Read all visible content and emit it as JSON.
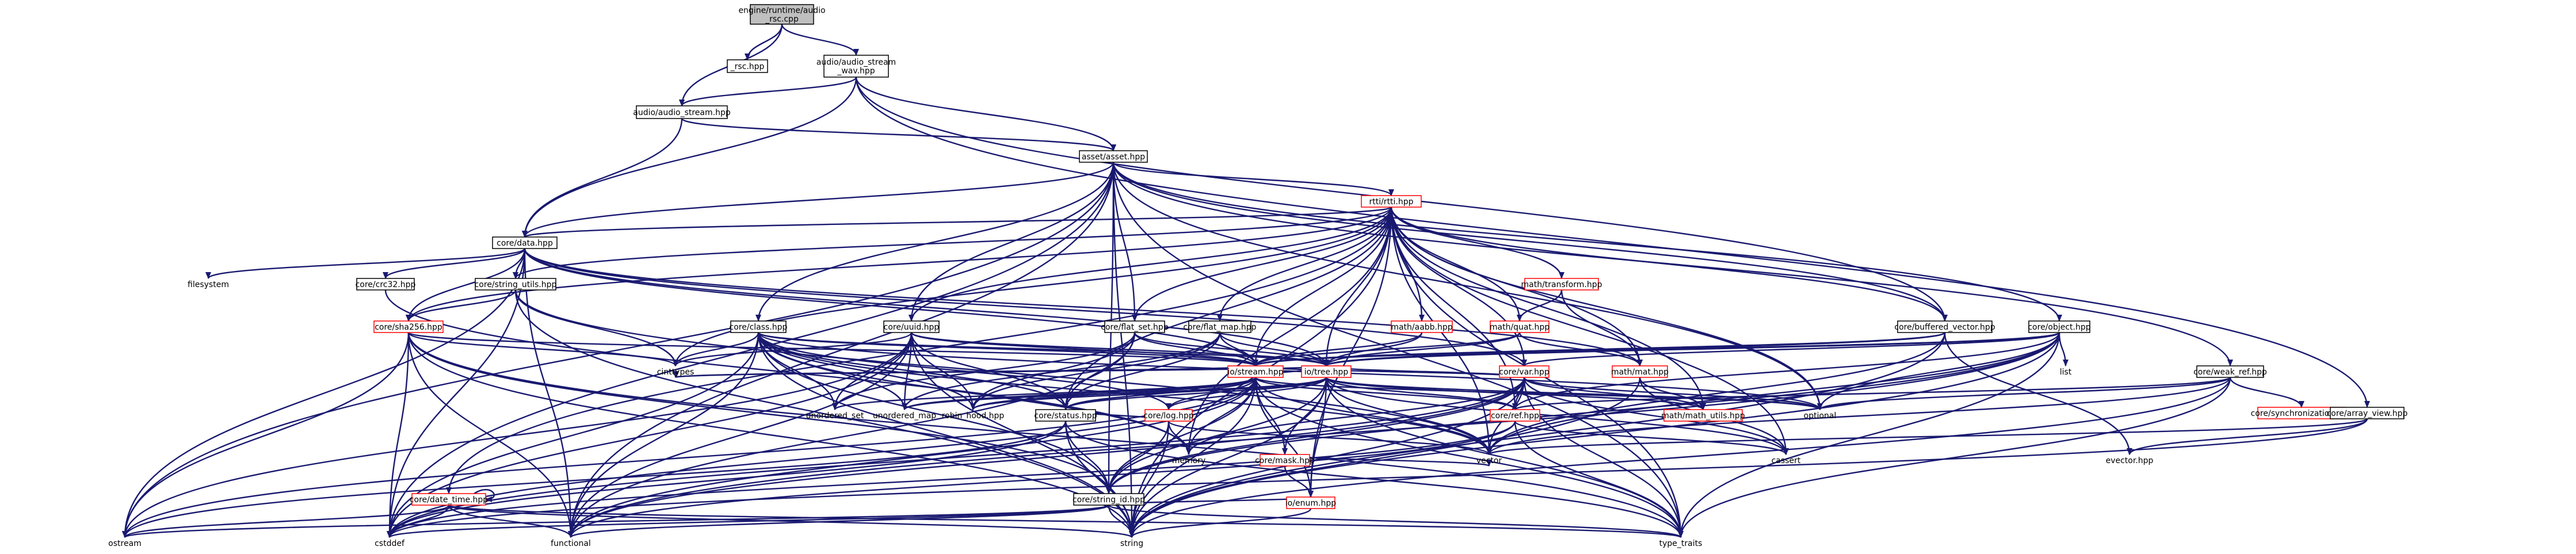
{
  "nodes": {
    "root": {
      "label": "engine/runtime/audio\n_rsc.cpp",
      "style": "root"
    },
    "rsc_hpp": {
      "label": "_rsc.hpp",
      "style": "norm"
    },
    "aud_wav": {
      "label": "audio/audio_stream\n_wav.hpp",
      "style": "norm"
    },
    "aud_stream": {
      "label": "audio/audio_stream.hpp",
      "style": "norm"
    },
    "asset": {
      "label": "asset/asset.hpp",
      "style": "norm"
    },
    "rtti": {
      "label": "rtti/rtti.hpp",
      "style": "red"
    },
    "data": {
      "label": "core/data.hpp",
      "style": "norm"
    },
    "filesystem": {
      "label": "filesystem",
      "style": "plain"
    },
    "crc32": {
      "label": "core/crc32.hpp",
      "style": "norm"
    },
    "string_utils": {
      "label": "core/string_utils.hpp",
      "style": "norm"
    },
    "sha256": {
      "label": "core/sha256.hpp",
      "style": "red"
    },
    "cls": {
      "label": "core/class.hpp",
      "style": "norm"
    },
    "uuid": {
      "label": "core/uuid.hpp",
      "style": "norm"
    },
    "flat_set": {
      "label": "core/flat_set.hpp",
      "style": "norm"
    },
    "flat_map": {
      "label": "core/flat_map.hpp",
      "style": "norm"
    },
    "aabb": {
      "label": "math/aabb.hpp",
      "style": "red"
    },
    "quat": {
      "label": "math/quat.hpp",
      "style": "red"
    },
    "transform": {
      "label": "math/transform.hpp",
      "style": "red"
    },
    "buffered_vector": {
      "label": "core/buffered_vector.hpp",
      "style": "norm"
    },
    "object": {
      "label": "core/object.hpp",
      "style": "norm"
    },
    "weak_ref": {
      "label": "core/weak_ref.hpp",
      "style": "norm"
    },
    "istream": {
      "label": "io/stream.hpp",
      "style": "red"
    },
    "iotree": {
      "label": "io/tree.hpp",
      "style": "red"
    },
    "var": {
      "label": "core/var.hpp",
      "style": "red"
    },
    "mat": {
      "label": "math/mat.hpp",
      "style": "red"
    },
    "list": {
      "label": "list",
      "style": "plain"
    },
    "sync": {
      "label": "core/synchronization.hpp",
      "style": "red"
    },
    "array_view": {
      "label": "core/array_view.hpp",
      "style": "norm"
    },
    "cinttypes": {
      "label": "cinttypes",
      "style": "plain"
    },
    "unordered_set": {
      "label": "unordered_set",
      "style": "plain"
    },
    "unordered_map": {
      "label": "unordered_map",
      "style": "plain"
    },
    "robin_hood": {
      "label": "robin_hood.hpp",
      "style": "plain"
    },
    "status": {
      "label": "core/status.hpp",
      "style": "norm"
    },
    "log": {
      "label": "core/log.hpp",
      "style": "red"
    },
    "mask": {
      "label": "core/mask.hpp",
      "style": "red"
    },
    "ref": {
      "label": "core/ref.hpp",
      "style": "red"
    },
    "math_utils": {
      "label": "math/math_utils.hpp",
      "style": "red"
    },
    "optional": {
      "label": "optional",
      "style": "plain"
    },
    "memory": {
      "label": "memory",
      "style": "plain"
    },
    "enum": {
      "label": "io/enum.hpp",
      "style": "red"
    },
    "vector": {
      "label": "vector",
      "style": "plain"
    },
    "cassert": {
      "label": "cassert",
      "style": "plain"
    },
    "evector": {
      "label": "evector.hpp",
      "style": "plain"
    },
    "date_time": {
      "label": "core/date_time.hpp",
      "style": "red"
    },
    "string_id": {
      "label": "core/string_id.hpp",
      "style": "norm"
    },
    "ostream": {
      "label": "ostream",
      "style": "plain"
    },
    "cstddef": {
      "label": "cstddef",
      "style": "plain"
    },
    "functional": {
      "label": "functional",
      "style": "plain"
    },
    "string": {
      "label": "string",
      "style": "plain"
    },
    "type_traits": {
      "label": "type_traits",
      "style": "plain"
    }
  },
  "edges": [
    [
      "root",
      "rsc_hpp"
    ],
    [
      "root",
      "aud_wav"
    ],
    [
      "root",
      "aud_stream"
    ],
    [
      "aud_wav",
      "aud_stream"
    ],
    [
      "aud_wav",
      "asset"
    ],
    [
      "aud_wav",
      "data"
    ],
    [
      "aud_wav",
      "buffered_vector"
    ],
    [
      "aud_wav",
      "array_view"
    ],
    [
      "aud_stream",
      "asset"
    ],
    [
      "aud_stream",
      "data"
    ],
    [
      "asset",
      "rtti"
    ],
    [
      "asset",
      "data"
    ],
    [
      "asset",
      "cls"
    ],
    [
      "asset",
      "uuid"
    ],
    [
      "asset",
      "flat_set"
    ],
    [
      "asset",
      "buffered_vector"
    ],
    [
      "asset",
      "object"
    ],
    [
      "asset",
      "weak_ref"
    ],
    [
      "asset",
      "ostream"
    ],
    [
      "asset",
      "cstddef"
    ],
    [
      "asset",
      "functional"
    ],
    [
      "asset",
      "string"
    ],
    [
      "asset",
      "type_traits"
    ],
    [
      "asset",
      "string_id"
    ],
    [
      "asset",
      "optional"
    ],
    [
      "rtti",
      "data"
    ],
    [
      "rtti",
      "sha256"
    ],
    [
      "rtti",
      "string_utils"
    ],
    [
      "rtti",
      "uuid"
    ],
    [
      "rtti",
      "flat_set"
    ],
    [
      "rtti",
      "flat_map"
    ],
    [
      "rtti",
      "aabb"
    ],
    [
      "rtti",
      "quat"
    ],
    [
      "rtti",
      "transform"
    ],
    [
      "rtti",
      "buffered_vector"
    ],
    [
      "rtti",
      "istream"
    ],
    [
      "rtti",
      "iotree"
    ],
    [
      "rtti",
      "var"
    ],
    [
      "rtti",
      "mat"
    ],
    [
      "rtti",
      "cinttypes"
    ],
    [
      "rtti",
      "optional"
    ],
    [
      "rtti",
      "vector"
    ],
    [
      "rtti",
      "status"
    ],
    [
      "rtti",
      "ref"
    ],
    [
      "rtti",
      "enum"
    ],
    [
      "rtti",
      "string"
    ],
    [
      "rtti",
      "type_traits"
    ],
    [
      "rtti",
      "cassert"
    ],
    [
      "rtti",
      "memory"
    ],
    [
      "rtti",
      "date_time"
    ],
    [
      "rtti",
      "math_utils"
    ],
    [
      "data",
      "filesystem"
    ],
    [
      "data",
      "crc32"
    ],
    [
      "data",
      "string_utils"
    ],
    [
      "data",
      "sha256"
    ],
    [
      "data",
      "ostream"
    ],
    [
      "data",
      "cstddef"
    ],
    [
      "data",
      "functional"
    ],
    [
      "data",
      "istream"
    ],
    [
      "data",
      "iotree"
    ],
    [
      "data",
      "var"
    ],
    [
      "data",
      "mat"
    ],
    [
      "crc32",
      "memory"
    ],
    [
      "string_utils",
      "sha256"
    ],
    [
      "string_utils",
      "cinttypes"
    ],
    [
      "string_utils",
      "vector"
    ],
    [
      "string_utils",
      "string"
    ],
    [
      "sha256",
      "istream"
    ],
    [
      "sha256",
      "cinttypes"
    ],
    [
      "sha256",
      "ostream"
    ],
    [
      "sha256",
      "cstddef"
    ],
    [
      "sha256",
      "functional"
    ],
    [
      "sha256",
      "string"
    ],
    [
      "sha256",
      "type_traits"
    ],
    [
      "sha256",
      "string_id"
    ],
    [
      "cls",
      "istream"
    ],
    [
      "cls",
      "iotree"
    ],
    [
      "cls",
      "cinttypes"
    ],
    [
      "cls",
      "unordered_set"
    ],
    [
      "cls",
      "unordered_map"
    ],
    [
      "cls",
      "robin_hood"
    ],
    [
      "cls",
      "status"
    ],
    [
      "cls",
      "log"
    ],
    [
      "cls",
      "memory"
    ],
    [
      "cls",
      "string_id"
    ],
    [
      "cls",
      "functional"
    ],
    [
      "cls",
      "string"
    ],
    [
      "cls",
      "vector"
    ],
    [
      "cls",
      "optional"
    ],
    [
      "cls",
      "cstddef"
    ],
    [
      "uuid",
      "istream"
    ],
    [
      "uuid",
      "iotree"
    ],
    [
      "uuid",
      "cinttypes"
    ],
    [
      "uuid",
      "unordered_set"
    ],
    [
      "uuid",
      "unordered_map"
    ],
    [
      "uuid",
      "robin_hood"
    ],
    [
      "uuid",
      "status"
    ],
    [
      "uuid",
      "ostream"
    ],
    [
      "uuid",
      "string"
    ],
    [
      "uuid",
      "cstddef"
    ],
    [
      "uuid",
      "functional"
    ],
    [
      "flat_set",
      "istream"
    ],
    [
      "flat_set",
      "iotree"
    ],
    [
      "flat_set",
      "unordered_set"
    ],
    [
      "flat_set",
      "robin_hood"
    ],
    [
      "flat_set",
      "status"
    ],
    [
      "flat_set",
      "functional"
    ],
    [
      "flat_map",
      "istream"
    ],
    [
      "flat_map",
      "iotree"
    ],
    [
      "flat_map",
      "unordered_map"
    ],
    [
      "flat_map",
      "robin_hood"
    ],
    [
      "flat_map",
      "status"
    ],
    [
      "aabb",
      "istream"
    ],
    [
      "aabb",
      "iotree"
    ],
    [
      "quat",
      "istream"
    ],
    [
      "quat",
      "iotree"
    ],
    [
      "quat",
      "mat"
    ],
    [
      "transform",
      "quat"
    ],
    [
      "transform",
      "mat"
    ],
    [
      "buffered_vector",
      "istream"
    ],
    [
      "buffered_vector",
      "iotree"
    ],
    [
      "buffered_vector",
      "vector"
    ],
    [
      "buffered_vector",
      "evector"
    ],
    [
      "buffered_vector",
      "string"
    ],
    [
      "object",
      "istream"
    ],
    [
      "object",
      "iotree"
    ],
    [
      "object",
      "var"
    ],
    [
      "object",
      "ref"
    ],
    [
      "object",
      "list"
    ],
    [
      "object",
      "optional"
    ],
    [
      "object",
      "vector"
    ],
    [
      "object",
      "string"
    ],
    [
      "object",
      "type_traits"
    ],
    [
      "object",
      "string_id"
    ],
    [
      "object",
      "functional"
    ],
    [
      "weak_ref",
      "ref"
    ],
    [
      "weak_ref",
      "sync"
    ],
    [
      "weak_ref",
      "optional"
    ],
    [
      "weak_ref",
      "vector"
    ],
    [
      "weak_ref",
      "type_traits"
    ],
    [
      "weak_ref",
      "string"
    ],
    [
      "array_view",
      "vector"
    ],
    [
      "array_view",
      "evector"
    ],
    [
      "array_view",
      "cstddef"
    ],
    [
      "istream",
      "cinttypes"
    ],
    [
      "istream",
      "unordered_set"
    ],
    [
      "istream",
      "unordered_map"
    ],
    [
      "istream",
      "robin_hood"
    ],
    [
      "istream",
      "status"
    ],
    [
      "istream",
      "log"
    ],
    [
      "istream",
      "mask"
    ],
    [
      "istream",
      "ref"
    ],
    [
      "istream",
      "var"
    ],
    [
      "istream",
      "optional"
    ],
    [
      "istream",
      "memory"
    ],
    [
      "istream",
      "vector"
    ],
    [
      "istream",
      "enum"
    ],
    [
      "istream",
      "string"
    ],
    [
      "istream",
      "string_id"
    ],
    [
      "istream",
      "type_traits"
    ],
    [
      "istream",
      "cstddef"
    ],
    [
      "istream",
      "ostream"
    ],
    [
      "istream",
      "functional"
    ],
    [
      "iotree",
      "istream"
    ],
    [
      "iotree",
      "status"
    ],
    [
      "iotree",
      "log"
    ],
    [
      "iotree",
      "mask"
    ],
    [
      "iotree",
      "ref"
    ],
    [
      "iotree",
      "var"
    ],
    [
      "iotree",
      "math_utils"
    ],
    [
      "iotree",
      "optional"
    ],
    [
      "iotree",
      "vector"
    ],
    [
      "iotree",
      "enum"
    ],
    [
      "iotree",
      "string"
    ],
    [
      "iotree",
      "string_id"
    ],
    [
      "iotree",
      "cinttypes"
    ],
    [
      "iotree",
      "unordered_map"
    ],
    [
      "iotree",
      "robin_hood"
    ],
    [
      "iotree",
      "cassert"
    ],
    [
      "iotree",
      "type_traits"
    ],
    [
      "var",
      "ref"
    ],
    [
      "var",
      "math_utils"
    ],
    [
      "var",
      "optional"
    ],
    [
      "var",
      "vector"
    ],
    [
      "var",
      "memory"
    ],
    [
      "var",
      "string"
    ],
    [
      "var",
      "string_id"
    ],
    [
      "var",
      "type_traits"
    ],
    [
      "var",
      "cassert"
    ],
    [
      "var",
      "cstddef"
    ],
    [
      "var",
      "functional"
    ],
    [
      "mat",
      "math_utils"
    ],
    [
      "mat",
      "cassert"
    ],
    [
      "mat",
      "string"
    ],
    [
      "status",
      "log"
    ],
    [
      "status",
      "string_id"
    ],
    [
      "status",
      "string"
    ],
    [
      "status",
      "type_traits"
    ],
    [
      "status",
      "ostream"
    ],
    [
      "status",
      "cstddef"
    ],
    [
      "log",
      "memory"
    ],
    [
      "log",
      "string"
    ],
    [
      "log",
      "string_id"
    ],
    [
      "log",
      "vector"
    ],
    [
      "mask",
      "enum"
    ],
    [
      "mask",
      "vector"
    ],
    [
      "ref",
      "cassert"
    ],
    [
      "ref",
      "type_traits"
    ],
    [
      "ref",
      "cstddef"
    ],
    [
      "ref",
      "functional"
    ],
    [
      "enum",
      "string"
    ],
    [
      "enum",
      "string_id"
    ],
    [
      "date_time",
      "date_time"
    ],
    [
      "date_time",
      "ostream"
    ],
    [
      "date_time",
      "cstddef"
    ],
    [
      "date_time",
      "functional"
    ],
    [
      "date_time",
      "string"
    ],
    [
      "date_time",
      "type_traits"
    ],
    [
      "string_id",
      "cstddef"
    ],
    [
      "string_id",
      "functional"
    ],
    [
      "string_id",
      "string"
    ],
    [
      "string_id",
      "type_traits"
    ],
    [
      "string_id",
      "ostream"
    ]
  ],
  "colors": {
    "edge": "#191970",
    "red_border": "#ff0000",
    "root_fill": "#bfbfbf"
  }
}
